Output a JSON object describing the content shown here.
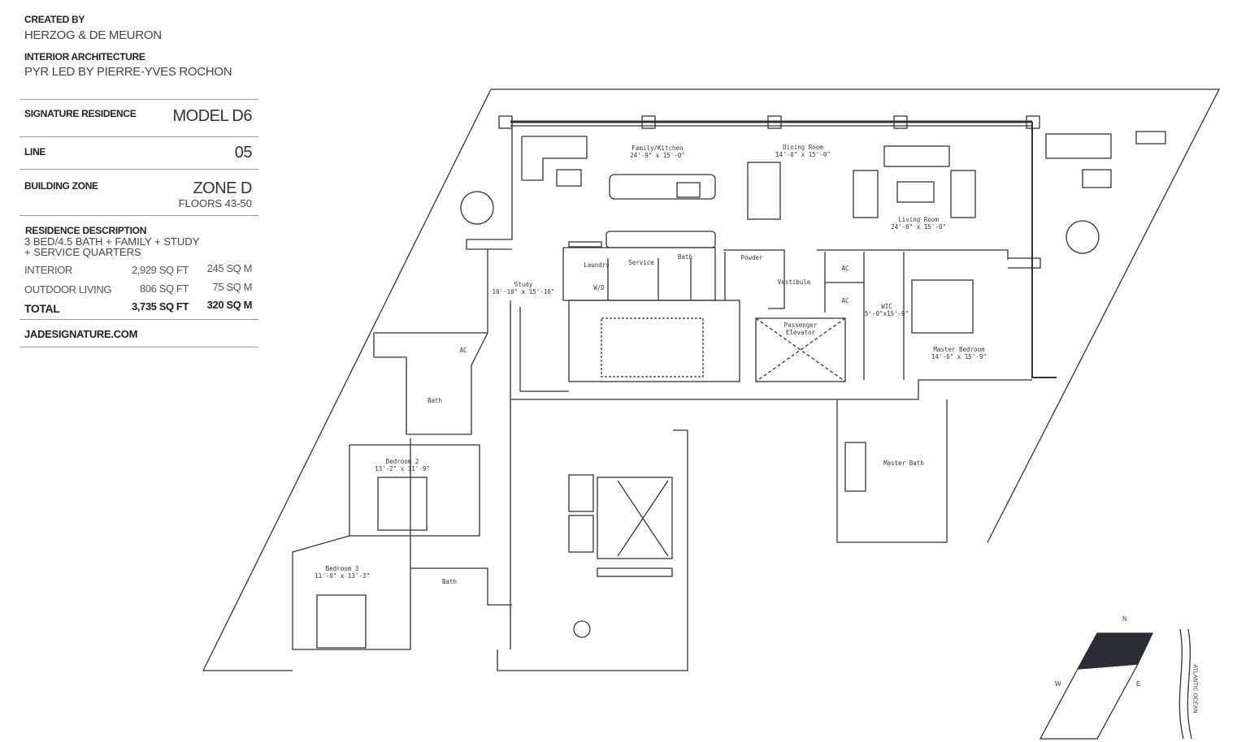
{
  "info": {
    "created_by_label": "CREATED BY",
    "created_by": "HERZOG & DE MEURON",
    "interior_label": "INTERIOR ARCHITECTURE",
    "interior": "PYR LED BY PIERRE-YVES ROCHON",
    "residence_label": "SIGNATURE RESIDENCE",
    "model": "MODEL D6",
    "line_label": "LINE",
    "line": "05",
    "zone_label": "BUILDING ZONE",
    "zone": "ZONE D",
    "floors": "FLOORS 43-50",
    "description_label": "RESIDENCE DESCRIPTION",
    "description": "3 BED/4.5 BATH + FAMILY + STUDY + SERVICE  QUARTERS",
    "areas": [
      {
        "label": "INTERIOR",
        "sqft": "2,929 SQ FT",
        "sqm": "245 SQ M"
      },
      {
        "label": "OUTDOOR LIVING",
        "sqft": "806 SQ FT",
        "sqm": "75 SQ M"
      },
      {
        "label": "TOTAL",
        "sqft": "3,735 SQ FT",
        "sqm": "320 SQ M"
      }
    ],
    "website": "JADESIGNATURE.COM"
  },
  "rooms": {
    "family": {
      "name": "Family/Kitchen",
      "dim": "24'-9\" x 15'-0\""
    },
    "dining": {
      "name": "Dining Room",
      "dim": "14'-0\" x 15'-0\""
    },
    "living": {
      "name": "Living Room",
      "dim": "24'-6\" x 15'-0\""
    },
    "study": {
      "name": "Study",
      "dim": "10'-10\" x 15'-10\""
    },
    "laundry": "Laundry",
    "wd": "W/D",
    "service": "Service",
    "bath_service": "Bath",
    "powder": "Powder",
    "vestibule": "Vestibule",
    "ac1": "AC",
    "ac2": "AC",
    "ac3": "AC",
    "wic": {
      "name": "WIC",
      "dim": "5'-0\"x15'-9\""
    },
    "elevator": {
      "name": "Passenger",
      "name2": "Elevator"
    },
    "master_bedroom": {
      "name": "Master Bedroom",
      "dim": "14'-6\" x 15'-9\""
    },
    "bath2": "Bath",
    "bedroom2": {
      "name": "Bedroom 2",
      "dim": "13'-2\" x 11'-9\""
    },
    "master_bath": "Master Bath",
    "bedroom3": {
      "name": "Bedroom 3",
      "dim": "11'-0\" x 13'-3\""
    },
    "bath3": "Bath"
  },
  "compass": {
    "n": "N",
    "w": "W",
    "e": "E",
    "ocean": "ATLANTIC OCEAN"
  }
}
